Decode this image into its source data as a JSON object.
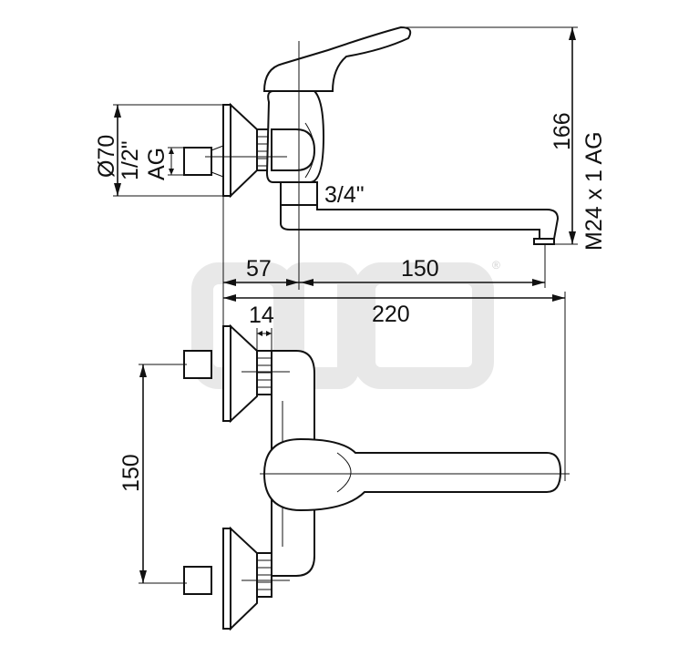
{
  "drawing": {
    "dimensions": {
      "height_total": "166",
      "spout_thread": "M24 x 1 AG",
      "plate_diameter": "Ø70",
      "inlet_thread_size": "1/2\"",
      "inlet_thread_type": "AG",
      "outlet_thread": "3/4\"",
      "wall_to_axis": "57",
      "spout_reach": "150",
      "overall_length": "220",
      "nut_width": "14",
      "inlet_spacing": "150"
    },
    "watermark": {
      "mark": "®"
    }
  }
}
